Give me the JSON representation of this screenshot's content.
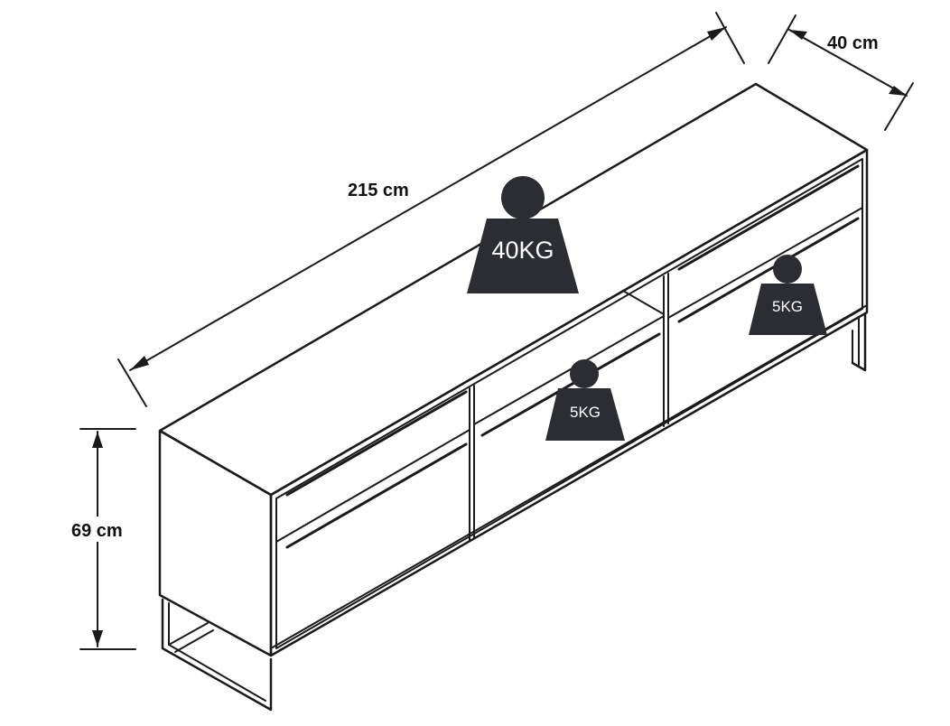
{
  "dimensions": {
    "width": "215 cm",
    "depth": "40 cm",
    "height": "69 cm"
  },
  "loads": {
    "top": "40KG",
    "middle_drawer": "5KG",
    "right_drawer": "5KG"
  },
  "colors": {
    "line": "#1a1a1a",
    "weight_fill": "#2b2d33",
    "background": "#ffffff"
  }
}
